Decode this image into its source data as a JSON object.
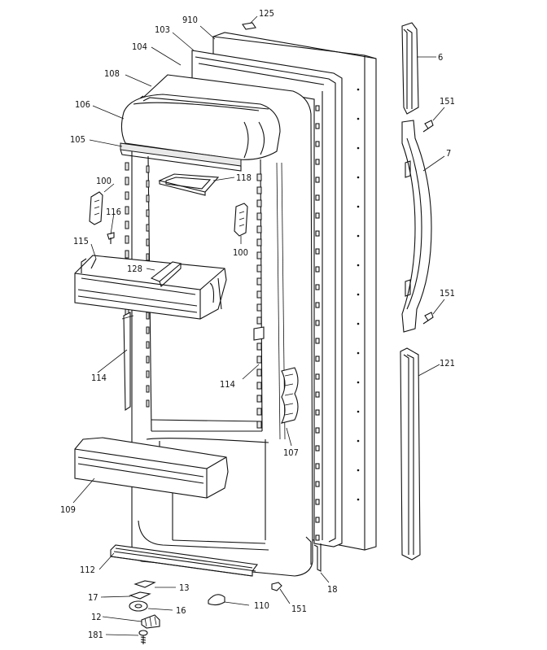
{
  "labels": {
    "p910": "910",
    "p125": "125",
    "p103": "103",
    "p104": "104",
    "p108": "108",
    "p106": "106",
    "p105": "105",
    "p100a": "100",
    "p116": "116",
    "p115": "115",
    "p128": "128",
    "p118": "118",
    "p100b": "100",
    "p114a": "114",
    "p114b": "114",
    "p107": "107",
    "p109": "109",
    "p112": "112",
    "p13": "13",
    "p17": "17",
    "p12": "12",
    "p16": "16",
    "p181": "181",
    "p110": "110",
    "p151c": "151",
    "p18": "18",
    "p6": "6",
    "p151a": "151",
    "p7": "7",
    "p151b": "151",
    "p121": "121"
  }
}
